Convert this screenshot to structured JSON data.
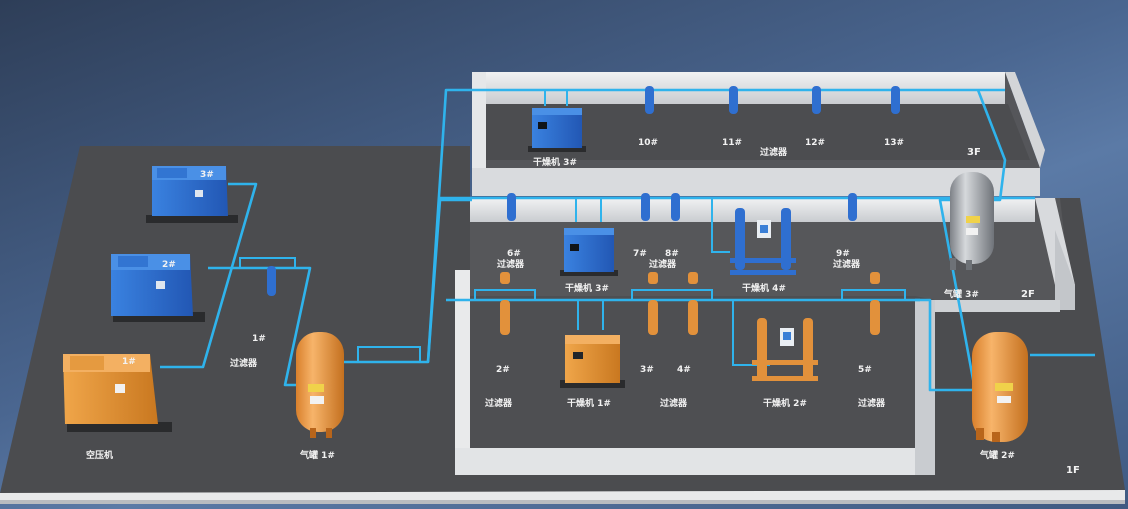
{
  "title": "Compressed air system layout",
  "colors": {
    "pipe": "#2fb3ec",
    "compressor_blue": "#2f6fd0",
    "compressor_orange": "#e99a3a",
    "floor": "#4a4b4e",
    "wall": "#e4e6e8",
    "tank_orange": "#e9953e",
    "tank_grey": "#9a9ea4",
    "filter_blue": "#2f6fd0",
    "filter_orange": "#e2913b"
  },
  "floors": {
    "f1": "1F",
    "f2": "2F",
    "f3": "3F"
  },
  "floor1": {
    "compressor_group_label": "空压机",
    "compressors": [
      {
        "id": "1#",
        "color": "orange"
      },
      {
        "id": "2#",
        "color": "blue"
      },
      {
        "id": "3#",
        "color": "blue"
      }
    ],
    "filter_1": {
      "id": "1#",
      "label": "过滤器"
    },
    "tank_1": {
      "label": "气罐 1#"
    },
    "tank_2": {
      "label": "气罐 2#"
    },
    "filters": [
      {
        "id": "2#",
        "label": "过滤器"
      },
      {
        "id": "3#"
      },
      {
        "id": "4#"
      },
      {
        "id": "5#",
        "label": "过滤器"
      }
    ],
    "filters_34_label": "过滤器",
    "dryer_1": {
      "label": "干燥机 1#"
    },
    "dryer_2": {
      "label": "干燥机 2#"
    }
  },
  "floor2": {
    "filters": [
      {
        "id": "6#",
        "label": "过滤器"
      },
      {
        "id": "7#"
      },
      {
        "id": "8#"
      },
      {
        "id": "9#",
        "label": "过滤器"
      }
    ],
    "filters_78_label": "过滤器",
    "dryer_3": {
      "label": "干燥机 3#"
    },
    "dryer_4": {
      "label": "干燥机 4#"
    },
    "tank_3": {
      "label": "气罐 3#"
    }
  },
  "floor3": {
    "dryer": {
      "label": "干燥机 3#"
    },
    "filters": [
      {
        "id": "10#"
      },
      {
        "id": "11#"
      },
      {
        "id": "12#"
      },
      {
        "id": "13#"
      }
    ],
    "filters_label": "过滤器"
  }
}
